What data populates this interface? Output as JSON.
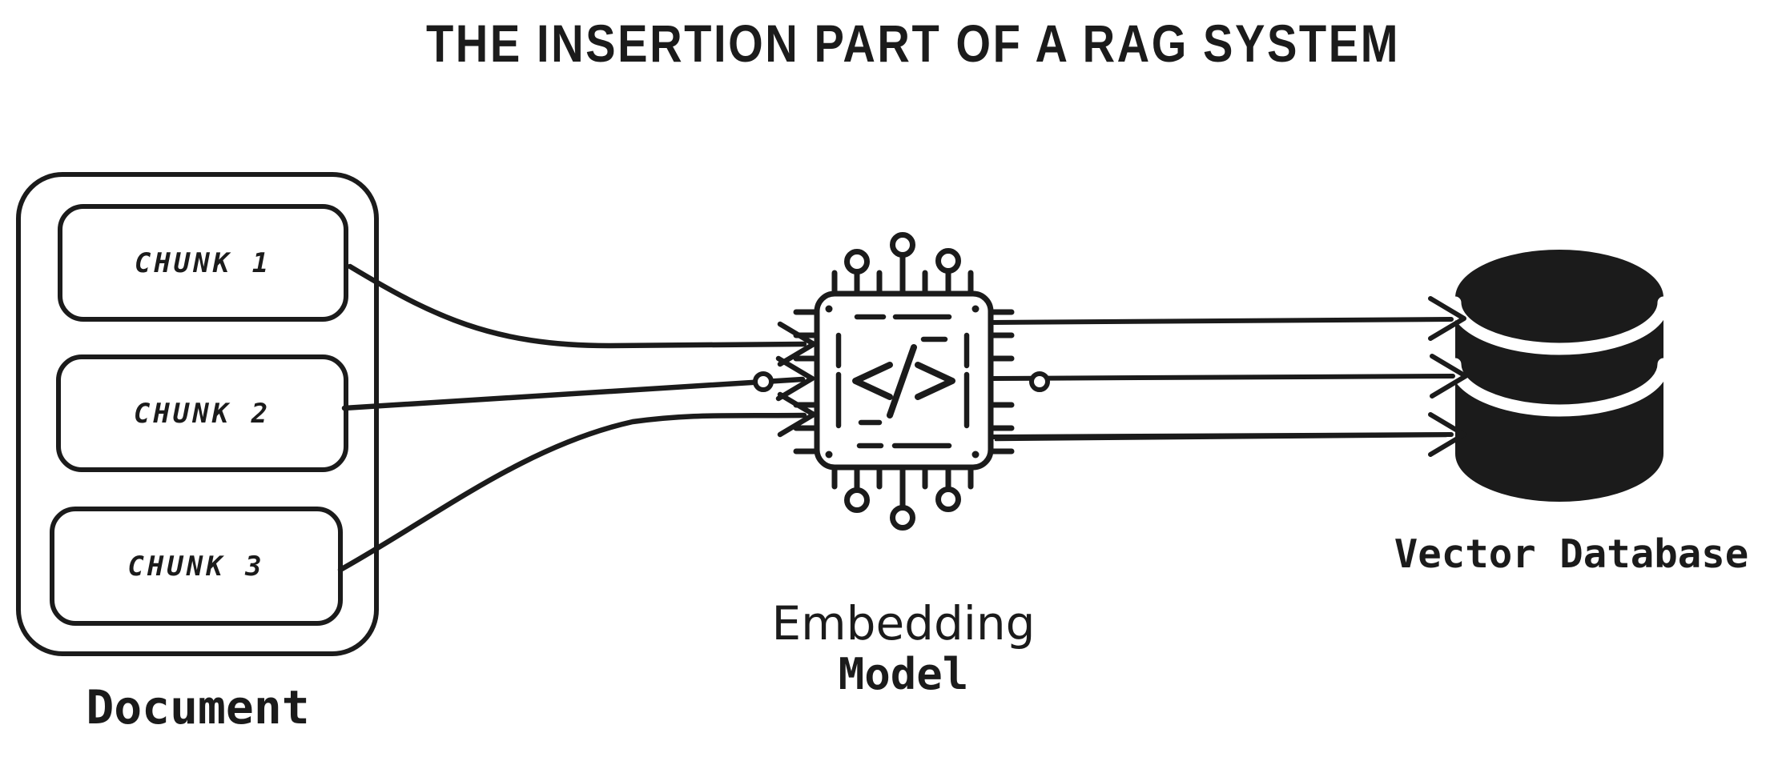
{
  "title": "THE INSERTION PART OF A RAG SYSTEM",
  "document": {
    "label": "Document",
    "chunks": [
      {
        "label": "CHUNK 1"
      },
      {
        "label": "CHUNK 2"
      },
      {
        "label": "CHUNK 3"
      }
    ]
  },
  "embedding_model": {
    "line1": "Embedding",
    "line2": "Model"
  },
  "vector_database": {
    "label": "Vector Database"
  },
  "icons": {
    "embedding_model": "chip-code-icon",
    "vector_database": "database-cylinder-icon",
    "connector_ends": "arrowhead-icon"
  },
  "colors": {
    "ink": "#1b1b1b",
    "background": "#ffffff"
  }
}
